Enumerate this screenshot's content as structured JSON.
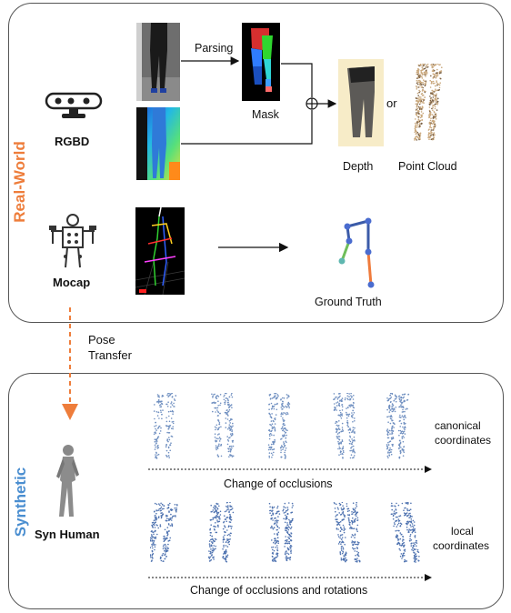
{
  "sections": {
    "real_world": "Real-World",
    "synthetic": "Synthetic"
  },
  "sensors": {
    "rgbd": "RGBD",
    "mocap": "Mocap",
    "syn_human": "Syn Human"
  },
  "pipeline": {
    "parsing": "Parsing",
    "mask": "Mask",
    "or": "or",
    "depth": "Depth",
    "point_cloud": "Point Cloud",
    "ground_truth": "Ground Truth"
  },
  "transfer": {
    "line1": "Pose",
    "line2": "Transfer"
  },
  "synthetic_rows": {
    "canonical_line1": "canonical",
    "canonical_line2": "coordinates",
    "change_occlusions": "Change of occlusions",
    "local_line1": "local",
    "local_line2": "coordinates",
    "change_occlusions_rotations": "Change of occlusions and rotations"
  },
  "colors": {
    "real_world": "#ee7d3b",
    "synthetic": "#4a8ed0",
    "pose_transfer_arrow": "#ee7d3b"
  }
}
